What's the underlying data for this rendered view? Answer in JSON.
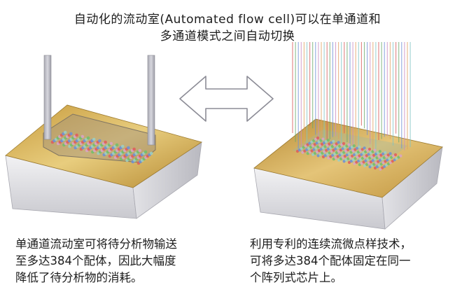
{
  "title": {
    "line1": "自动化的流动室(Automated flow cell)可以在单通道和",
    "line2": "多通道模式之间自动切换"
  },
  "left_caption": [
    "单通道流动室可将待分析物输送",
    "至多达384个配体，因此大幅度",
    "降低了待分析物的消耗。"
  ],
  "right_caption": [
    "利用专利的连续流微点样技术，",
    "可将多达384个配体固定在同一",
    "个阵列式芯片上。"
  ],
  "colors": {
    "gold": "#c9a04a",
    "gold_light": "#e6c97a",
    "box_side": "#d8d8dc",
    "spot_red": "#e05a5a",
    "spot_green": "#6fbf6a",
    "spot_blue": "#6a8fd8"
  },
  "icons": [
    "double-arrow-icon"
  ]
}
